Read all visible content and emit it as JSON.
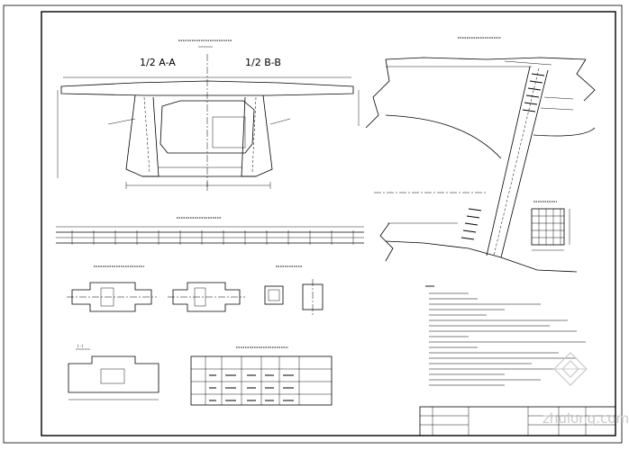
{
  "drawing": {
    "section_left": "1/2  A-A",
    "section_right": "1/2  B-B",
    "section_mark": "I - I"
  },
  "watermark": {
    "text": "zhulong.com",
    "logo_icon": "zhulong-logo-icon"
  },
  "colors": {
    "line": "#000000",
    "background": "#ffffff",
    "watermark": "#c9c9c9"
  }
}
